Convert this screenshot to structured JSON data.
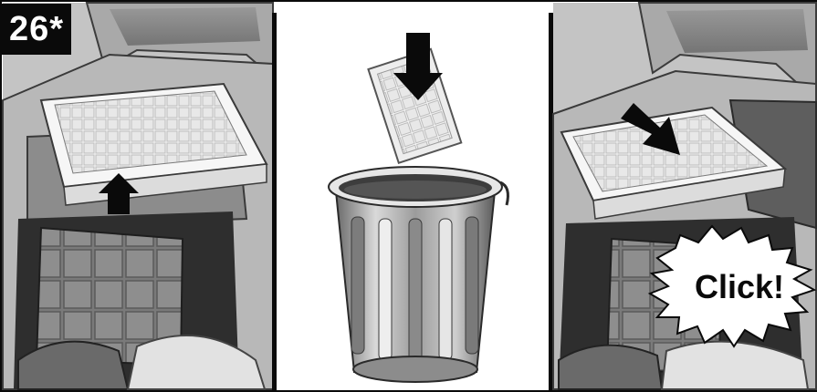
{
  "step": {
    "number": "26*"
  },
  "panels": [
    {
      "id": "lift-filter"
    },
    {
      "id": "dispose-filter"
    },
    {
      "id": "insert-filter",
      "callout": "Click!"
    }
  ],
  "colors": {
    "ink": "#0a0a0a",
    "panel_bg": "#ffffff",
    "grey_dark": "#5c5c5c",
    "grey_mid": "#9a9a9a",
    "grey_light": "#d4d4d4"
  }
}
